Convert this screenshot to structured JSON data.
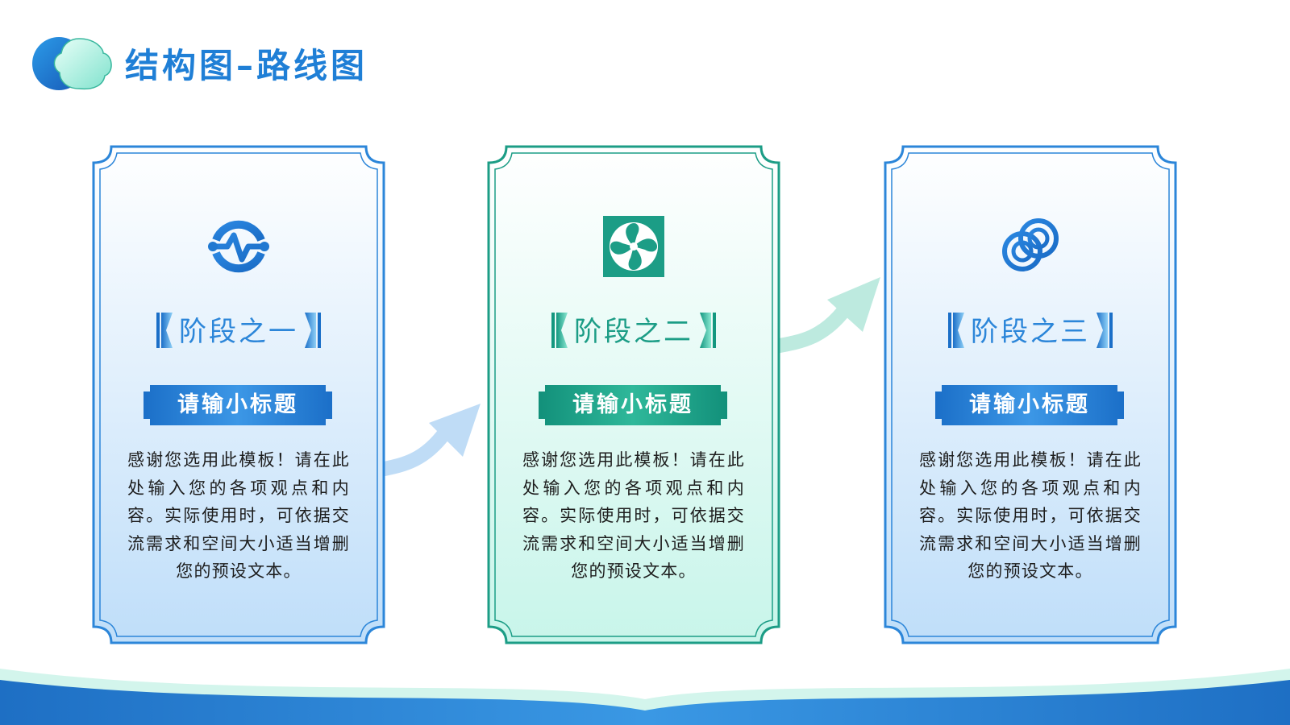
{
  "page": {
    "title": "结构图–路线图"
  },
  "colors": {
    "blue": "#2c86d9",
    "green": "#1c9d86",
    "blue_light": "#c9e4fb",
    "green_light": "#cdf5ec"
  },
  "cards": [
    {
      "stage": "阶段之一",
      "subtitle": "请输小标题",
      "body": "感谢您选用此模板！请在此处输入您的各项观点和内容。实际使用时，可依据交流需求和空间大小适当增删您的预设文本。",
      "icon": "pulse-icon",
      "theme": "blue"
    },
    {
      "stage": "阶段之二",
      "subtitle": "请输小标题",
      "body": "感谢您选用此模板！请在此处输入您的各项观点和内容。实际使用时，可依据交流需求和空间大小适当增删您的预设文本。",
      "icon": "fan-icon",
      "theme": "green"
    },
    {
      "stage": "阶段之三",
      "subtitle": "请输小标题",
      "body": "感谢您选用此模板！请在此处输入您的各项观点和内容。实际使用时，可依据交流需求和空间大小适当增删您的预设文本。",
      "icon": "linked-rings-icon",
      "theme": "blue"
    }
  ]
}
